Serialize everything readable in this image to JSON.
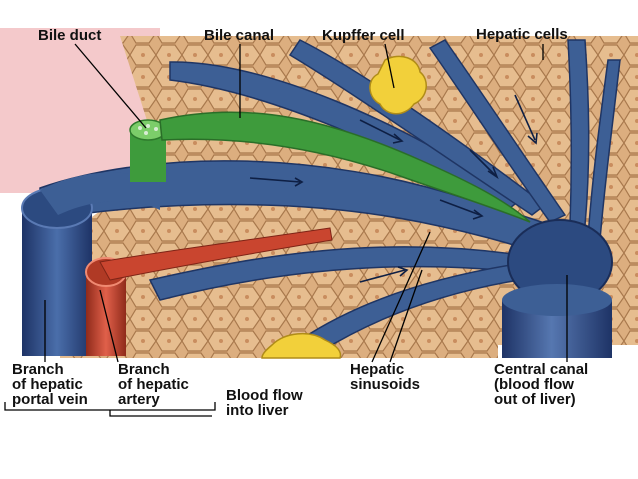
{
  "labels": {
    "bile_duct": "Bile duct",
    "bile_canal": "Bile canal",
    "kupffer_cell": "Kupffer cell",
    "hepatic_cells": "Hepatic cells",
    "portal_vein": [
      "Branch",
      "of hepatic",
      "portal vein"
    ],
    "hepatic_artery": [
      "Branch",
      "of hepatic",
      "artery"
    ],
    "blood_flow_in": [
      "Blood flow",
      "into liver"
    ],
    "sinusoids": [
      "Hepatic",
      "sinusoids"
    ],
    "central_canal": [
      "Central canal",
      "(blood flow",
      "out of liver)"
    ]
  },
  "colors": {
    "hepatocyte": "#dcae7f",
    "hepatocyte_edge": "#a8784c",
    "vessel_blue": "#3d5f95",
    "vessel_dark": "#1f3564",
    "artery_red": "#c9452f",
    "bile_green": "#3e9b3c",
    "kupffer_yellow": "#f2d03a",
    "background_pink": "#f4c9cb"
  }
}
